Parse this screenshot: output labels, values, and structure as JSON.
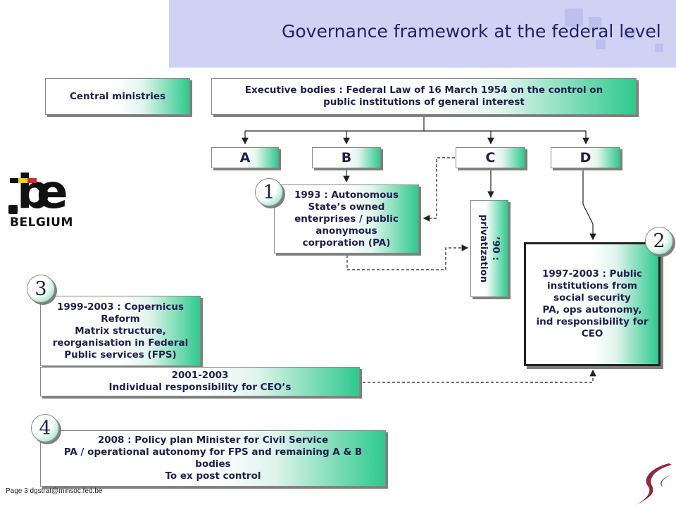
{
  "title": "Governance framework at the federal level",
  "nodes": {
    "central": "Central ministries",
    "executive": [
      "Executive bodies : Federal Law of 16 March 1954 on the control on",
      "public institutions of general interest"
    ],
    "a": "A",
    "b": "B",
    "c": "C",
    "d": "D",
    "y1993": [
      "1993 : Autonomous",
      "State’s owned",
      "enterprises / public",
      "anonymous",
      "corporation (PA)"
    ],
    "privatization": [
      "’90 :",
      "privatization"
    ],
    "y1997": [
      "1997-2003 : Public",
      "institutions from",
      "social security",
      "PA, ops autonomy,",
      "ind responsibility for",
      "CEO"
    ],
    "copernicus": [
      "1999-2003 : Copernicus",
      "Reform",
      "Matrix structure,",
      "reorganisation in Federal",
      "Public services (FPS)"
    ],
    "y2001": [
      "2001-2003",
      "Individual responsibility for CEO’s"
    ],
    "y2008": [
      "2008 : Policy plan Minister for Civil Service",
      "PA / operational autonomy for FPS and remaining A & B",
      "bodies",
      "To ex post control"
    ]
  },
  "badges": {
    "one": "1",
    "two": "2",
    "three": "3",
    "four": "4"
  },
  "logo": {
    "mark_b": "b",
    "mark_e": "e",
    "word": "BELGIUM",
    "stripe_colors": [
      "#111111",
      "#f2d21b",
      "#d7262d"
    ]
  },
  "footer": "Page 3 dgstrat@minsoc.fed.be",
  "colors": {
    "header_bg": "#cfd2f3",
    "title": "#1f2361",
    "box_accent": "#2ec98d",
    "text": "#1f1f4f",
    "swoosh": "#8f2a3c"
  }
}
